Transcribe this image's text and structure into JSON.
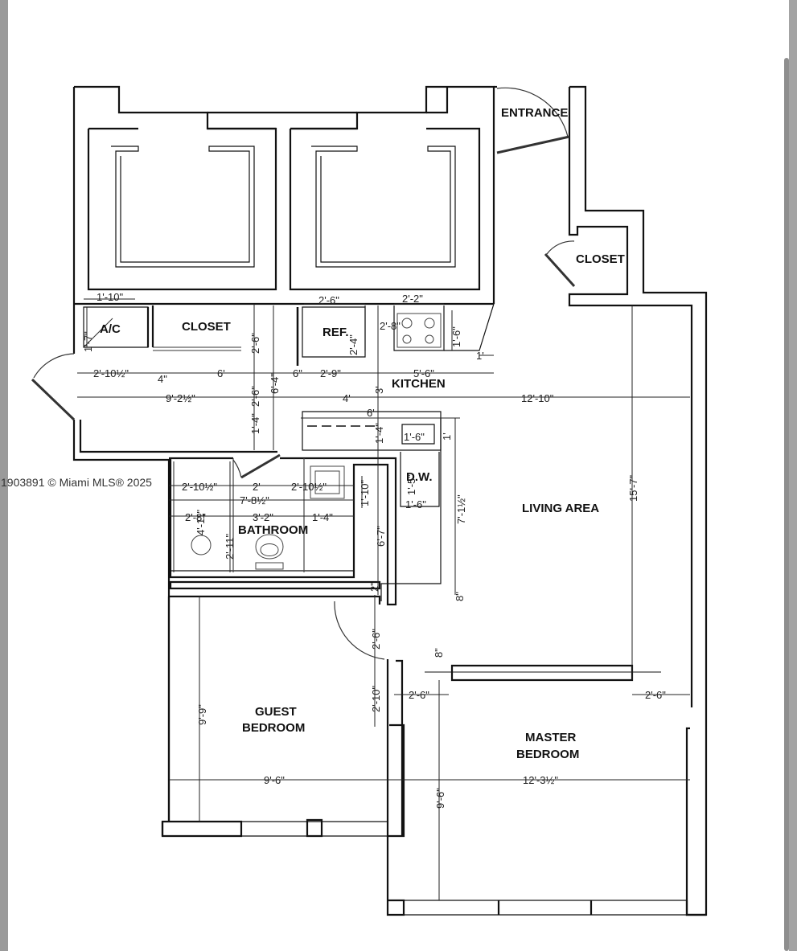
{
  "watermark": "1903891 © Miami MLS® 2025",
  "rooms": {
    "entrance": "ENTRANCE",
    "closet_entry": "CLOSET",
    "ac": "A/C",
    "closet_hall": "CLOSET",
    "ref": "REF.",
    "kitchen": "KITCHEN",
    "dw": "D.W.",
    "living": "LIVING AREA",
    "bathroom": "BATHROOM",
    "guest_line1": "GUEST",
    "guest_line2": "BEDROOM",
    "master_line1": "MASTER",
    "master_line2": "BEDROOM"
  },
  "dims": {
    "d01": "1'-10\"",
    "d02": "2'-6\"",
    "d03": "2'-2\"",
    "d04": "1'-7\"",
    "d05": "2'-6\"",
    "d06": "2'-4\"",
    "d07": "2'-8\"",
    "d08": "1'-6\"",
    "d09": "1'",
    "d10": "2'-10½\"",
    "d11": "4\"",
    "d12": "6'",
    "d13": "6\"",
    "d14": "2'-9\"",
    "d15": "5'-6\"",
    "d16": "9'-2½\"",
    "d17": "4'",
    "d18": "12'-10\"",
    "d19": "3'",
    "d20": "6'-4\"",
    "d21": "2'-6\"",
    "d22": "6'",
    "d23": "1'-4\"",
    "d24": "1'-6\"",
    "d25": "1'",
    "d26": "1'-4\"",
    "d27": "1'-5\"",
    "d28": "7'-1½\"",
    "d29": "2'-10½\"",
    "d30": "2'",
    "d31": "2'-10½\"",
    "d32": "7'-8½\"",
    "d33": "1'-10\"",
    "d34": "2'-8\"",
    "d35": "3'-2\"",
    "d36": "1'-4\"",
    "d37": "4'-11\"",
    "d38": "2'-11\"",
    "d39": "6'-7\"",
    "d40": "1'-6\"",
    "d41": "15'-7\"",
    "d42": "8\"",
    "d43": "2\"",
    "d44": "2'-6\"",
    "d45": "8\"",
    "d46": "2'-10\"",
    "d47": "2'-6\"",
    "d48": "2'-6\"",
    "d49": "9'-9\"",
    "d50": "9'-6\"",
    "d51": "12'-3½\"",
    "d52": "9'-6\""
  },
  "colors": {
    "wall": "#111111",
    "line": "#222222",
    "frame": "#9a9a9a"
  }
}
